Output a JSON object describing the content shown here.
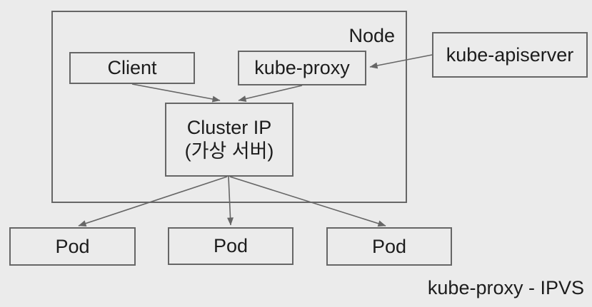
{
  "diagram": {
    "title_caption": "kube-proxy - IPVS",
    "node_container": {
      "label": "Node"
    },
    "nodes": {
      "client": {
        "label": "Client"
      },
      "kube_proxy": {
        "label": "kube-proxy"
      },
      "kube_apiserver": {
        "label": "kube-apiserver"
      },
      "cluster_ip": {
        "label": "Cluster IP",
        "sublabel": "(가상 서버)"
      },
      "pod_1": {
        "label": "Pod"
      },
      "pod_2": {
        "label": "Pod"
      },
      "pod_3": {
        "label": "Pod"
      }
    },
    "edges": [
      {
        "from": "client",
        "to": "cluster_ip",
        "arrow": "end"
      },
      {
        "from": "kube_proxy",
        "to": "cluster_ip",
        "arrow": "end"
      },
      {
        "from": "kube_apiserver",
        "to": "kube_proxy",
        "arrow": "end"
      },
      {
        "from": "cluster_ip",
        "to": "pod_1",
        "arrow": "end"
      },
      {
        "from": "cluster_ip",
        "to": "pod_2",
        "arrow": "end"
      },
      {
        "from": "cluster_ip",
        "to": "pod_3",
        "arrow": "end"
      }
    ],
    "colors": {
      "background": "#ebebeb",
      "border": "#666666",
      "arrow": "#666666",
      "text": "#1c1c1c"
    }
  }
}
